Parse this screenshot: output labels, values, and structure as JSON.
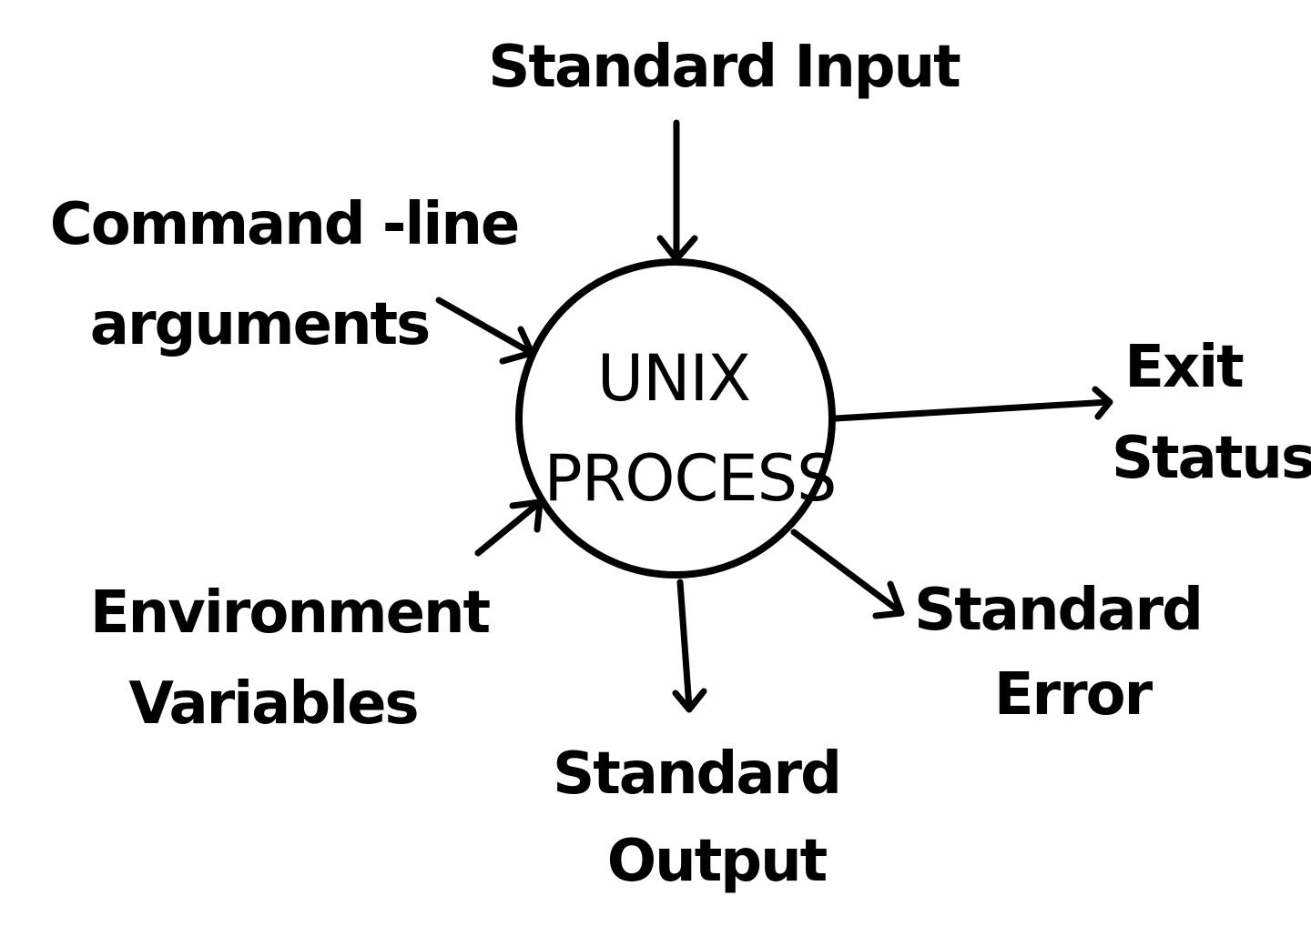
{
  "diagram": {
    "center": {
      "line1": "UNIX",
      "line2": "PROCESS"
    },
    "inputs": {
      "standard_input": "Standard Input",
      "command_line_arguments": {
        "line1": "Command -line",
        "line2": "arguments"
      },
      "environment_variables": {
        "line1": "Environment",
        "line2": "Variables"
      }
    },
    "outputs": {
      "exit_status": {
        "line1": "Exit",
        "line2": "Status"
      },
      "standard_error": {
        "line1": "Standard",
        "line2": "Error"
      },
      "standard_output": {
        "line1": "Standard",
        "line2": "Output"
      }
    }
  }
}
